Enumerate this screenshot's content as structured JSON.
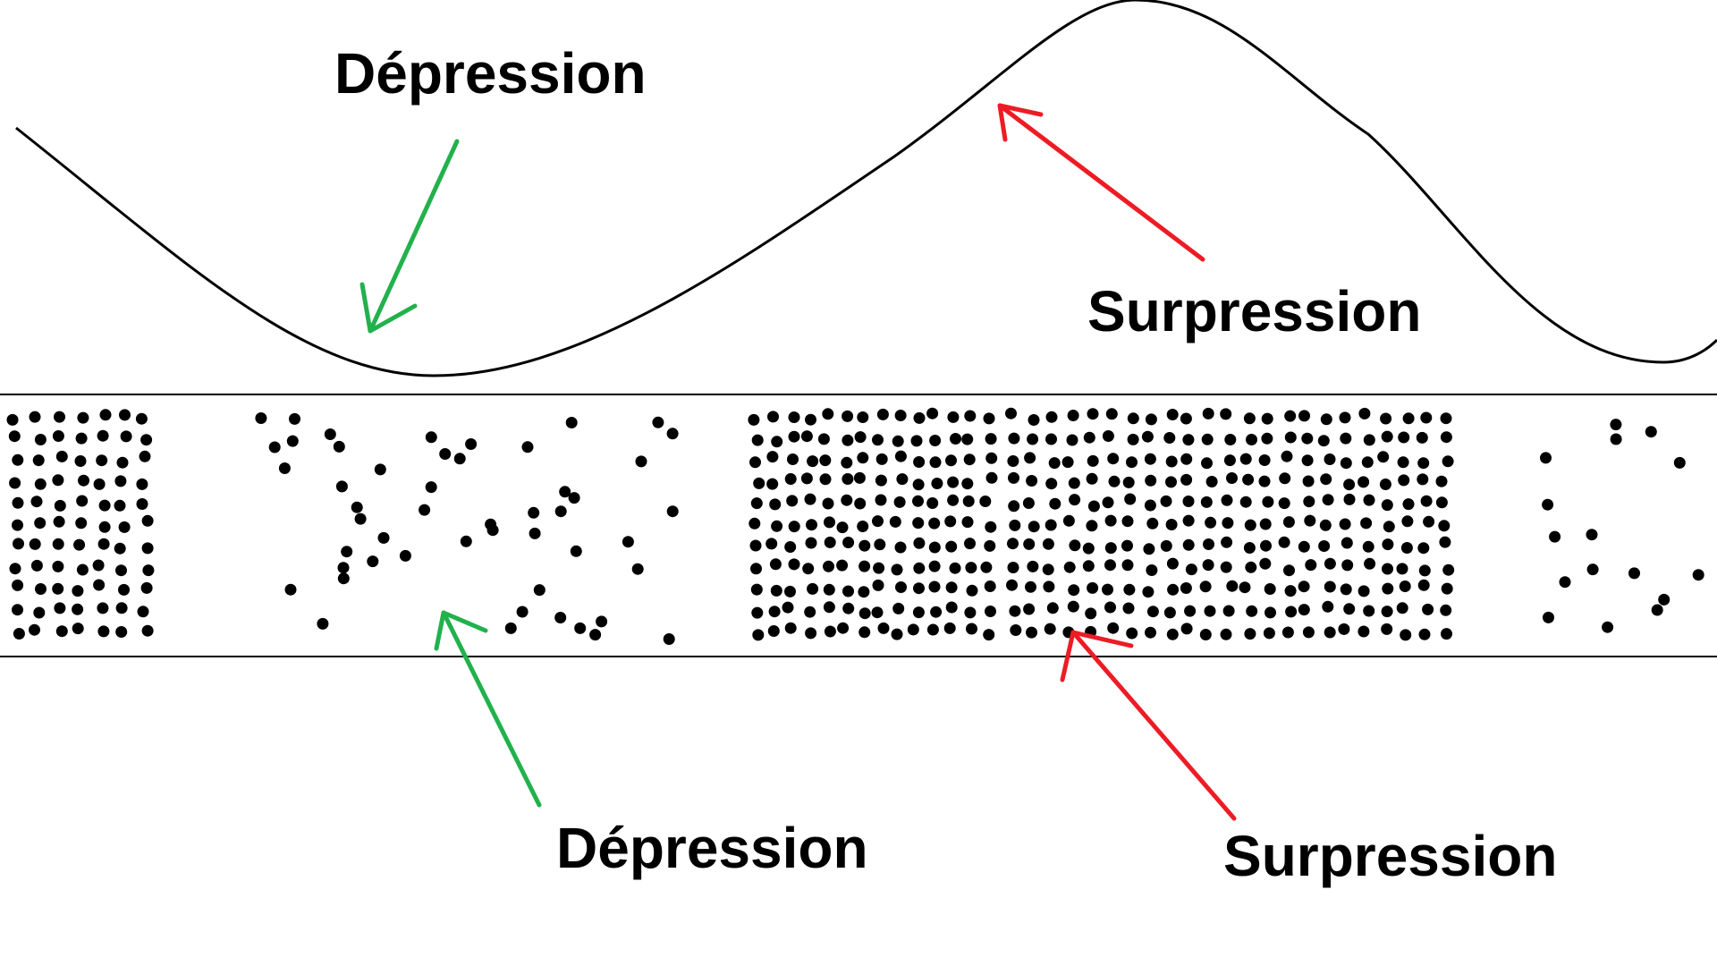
{
  "labels": {
    "top_depression": "Dépression",
    "top_surpression": "Surpression",
    "bottom_depression": "Dépression",
    "bottom_surpression": "Surpression"
  },
  "colors": {
    "background": "#ffffff",
    "curve": "#000000",
    "tube_lines": "#000000",
    "particles": "#000000",
    "depression_arrow": "#22b14c",
    "surpression_arrow": "#ed1c24"
  }
}
